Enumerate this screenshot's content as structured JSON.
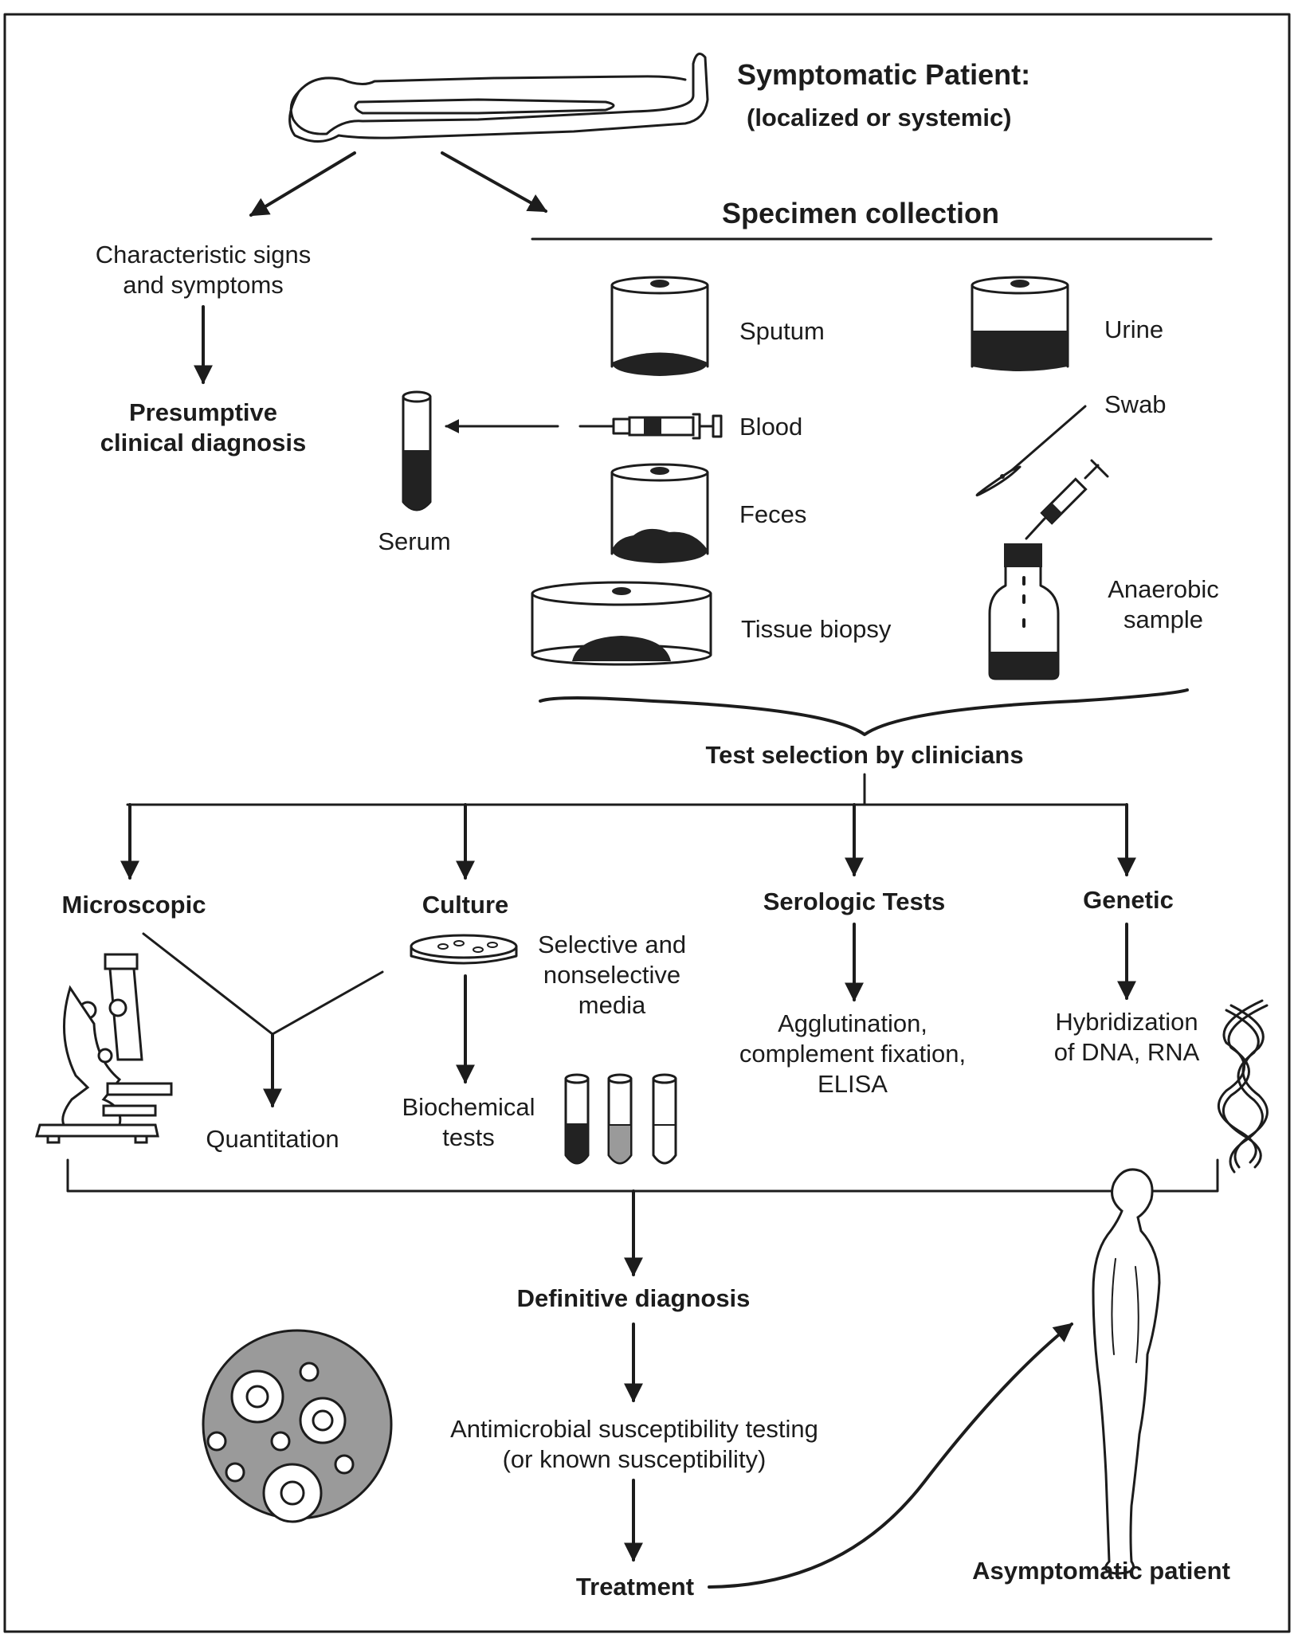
{
  "header": {
    "patient_line1": "Symptomatic Patient:",
    "patient_line2": "(localized or systemic)"
  },
  "specimen": {
    "title": "Specimen collection",
    "sputum": "Sputum",
    "urine": "Urine",
    "blood": "Blood",
    "swab": "Swab",
    "serum": "Serum",
    "feces": "Feces",
    "tissue": "Tissue biopsy",
    "anaerobic_line1": "Anaerobic",
    "anaerobic_line2": "sample"
  },
  "clinical": {
    "signs_line1": "Characteristic signs",
    "signs_line2": "and symptoms",
    "presumptive_line1": "Presumptive",
    "presumptive_line2": "clinical diagnosis"
  },
  "tests": {
    "selection": "Test selection by clinicians",
    "microscopic": "Microscopic",
    "culture": "Culture",
    "serologic": "Serologic Tests",
    "genetic": "Genetic",
    "media_line1": "Selective and",
    "media_line2": "nonselective",
    "media_line3": "media",
    "quantitation": "Quantitation",
    "biochem_line1": "Biochemical",
    "biochem_line2": "tests",
    "sero_line1": "Agglutination,",
    "sero_line2": "complement fixation,",
    "sero_line3": "ELISA",
    "genetic_line1": "Hybridization",
    "genetic_line2": "of DNA, RNA"
  },
  "outcome": {
    "definitive": "Definitive diagnosis",
    "ast_line1": "Antimicrobial susceptibility testing",
    "ast_line2": "(or known susceptibility)",
    "treatment": "Treatment",
    "asymptomatic": "Asymptomatic patient"
  },
  "colors": {
    "ink": "#1c1c1c",
    "gray_fill": "#9a9a9a",
    "paper": "#ffffff"
  }
}
